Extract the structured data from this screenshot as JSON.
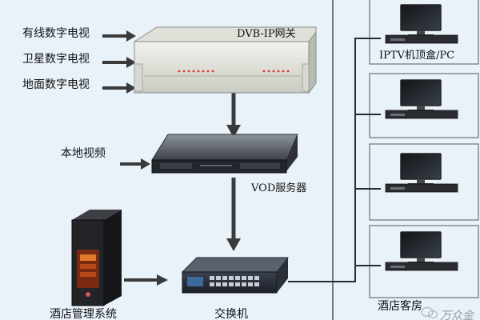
{
  "inputs": {
    "cable_tv": "有线数字电视",
    "satellite_tv": "卫星数字电视",
    "terrestrial_tv": "地面数字电视",
    "local_video": "本地视频"
  },
  "devices": {
    "gateway": "DVB-IP网关",
    "vod_server": "VOD服务器",
    "hotel_management": "酒店管理系统",
    "switch": "交换机",
    "iptv_terminal": "IPTV机顶盒/PC",
    "guest_room": "酒店客房"
  },
  "watermark": {
    "text": "万众金",
    "logo_icon": "wechat-icon"
  },
  "colors": {
    "background": "#e9f2f9",
    "arrow": "#3a3a3a",
    "line": "#2b2b2b",
    "panel_border": "#555555"
  }
}
